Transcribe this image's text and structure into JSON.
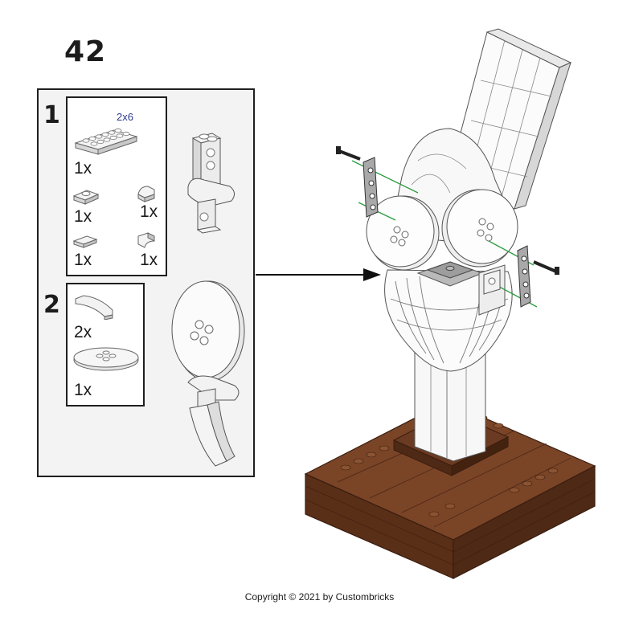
{
  "page": {
    "step_number": "42",
    "copyright": "Copyright © 2021 by Custombricks"
  },
  "callout": {
    "substeps": [
      {
        "number": "1",
        "parts": [
          {
            "name": "plate-2x6",
            "dimension": "2x6",
            "quantity": "1x"
          },
          {
            "name": "plate-1x2-jumper",
            "quantity": "1x"
          },
          {
            "name": "slope-curved-1x1",
            "quantity": "1x"
          },
          {
            "name": "tile-1x2",
            "quantity": "1x"
          },
          {
            "name": "slope-curved-1x1-inverted",
            "quantity": "1x"
          }
        ]
      },
      {
        "number": "2",
        "parts": [
          {
            "name": "slope-curved-2x1",
            "quantity": "2x"
          },
          {
            "name": "dish-4x4",
            "quantity": "1x"
          }
        ]
      }
    ]
  },
  "colors": {
    "brick_white": "#ffffff",
    "brick_shade": "#dcdcdc",
    "base_brown": "#6b3a22",
    "base_brown_dark": "#4e2915",
    "technic_gray": "#a9a9a9",
    "axle_green": "#2f9e44",
    "outline": "#1f1f1f",
    "callout_bg": "#f3f3f3",
    "dimension_blue": "#2b3a8c"
  }
}
